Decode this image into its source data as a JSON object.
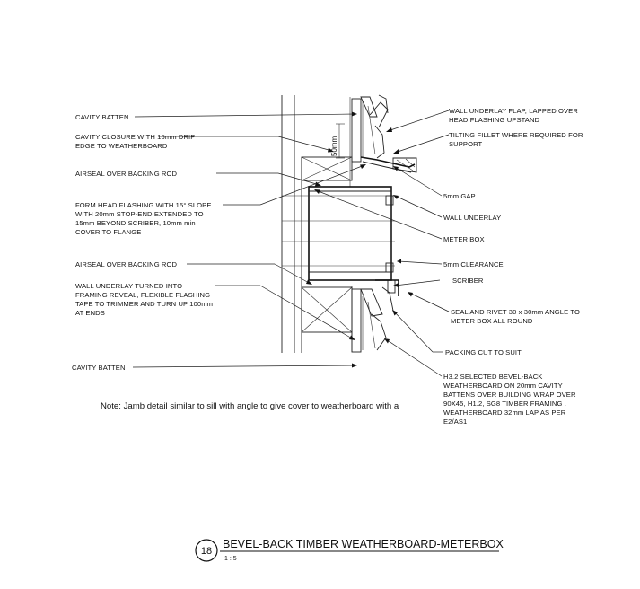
{
  "labels_left": {
    "cavity_batten_top": "CAVITY BATTEN",
    "cavity_closure_1": "CAVITY CLOSURE WITH 15mm DRIP",
    "cavity_closure_2": "EDGE TO WEATHERBOARD",
    "airseal_top": "AIRSEAL OVER BACKING ROD",
    "form_head_1": "FORM HEAD FLASHING WITH 15° SLOPE",
    "form_head_2": "WITH 20mm STOP-END EXTENDED TO",
    "form_head_3": "15mm BEYOND SCRIBER, 10mm min",
    "form_head_4": "COVER TO FLANGE",
    "airseal_bottom": "AIRSEAL OVER BACKING ROD",
    "wall_underlay_turned_1": "WALL UNDERLAY TURNED INTO",
    "wall_underlay_turned_2": "FRAMING REVEAL, FLEXIBLE FLASHING",
    "wall_underlay_turned_3": "TAPE TO TRIMMER AND TURN UP 100mm",
    "wall_underlay_turned_4": "AT ENDS",
    "cavity_batten_bottom": "CAVITY BATTEN"
  },
  "labels_right": {
    "wall_underlay_flap_1": "WALL UNDERLAY FLAP, LAPPED OVER",
    "wall_underlay_flap_2": "HEAD FLASHING UPSTAND",
    "tilting_fillet_1": "TILTING FILLET WHERE REQUIRED FOR",
    "tilting_fillet_2": "SUPPORT",
    "gap_5mm": "5mm GAP",
    "wall_underlay": "WALL UNDERLAY",
    "meter_box": "METER BOX",
    "clearance_5mm": "5mm CLEARANCE",
    "scriber": "SCRIBER",
    "seal_rivet_1": "SEAL AND RIVET 30 x 30mm ANGLE TO",
    "seal_rivet_2": "METER BOX ALL ROUND",
    "packing": "PACKING CUT TO SUIT",
    "weatherboard_1": "H3.2 SELECTED BEVEL-BACK",
    "weatherboard_2": "WEATHERBOARD ON 20mm CAVITY",
    "weatherboard_3": "BATTENS OVER BUILDING WRAP OVER",
    "weatherboard_4": "90X45, H1.2, SG8 TIMBER FRAMING .",
    "weatherboard_5": "WEATHERBOARD 32mm LAP AS PER",
    "weatherboard_6": "E2/AS1"
  },
  "dimension": "50mm",
  "note": "Note: Jamb detail similar to sill with angle to give cover to weatherboard with a",
  "detail": {
    "number": "18",
    "title": "BEVEL-BACK TIMBER WEATHERBOARD-METERBOX",
    "scale": "1 : 5"
  }
}
